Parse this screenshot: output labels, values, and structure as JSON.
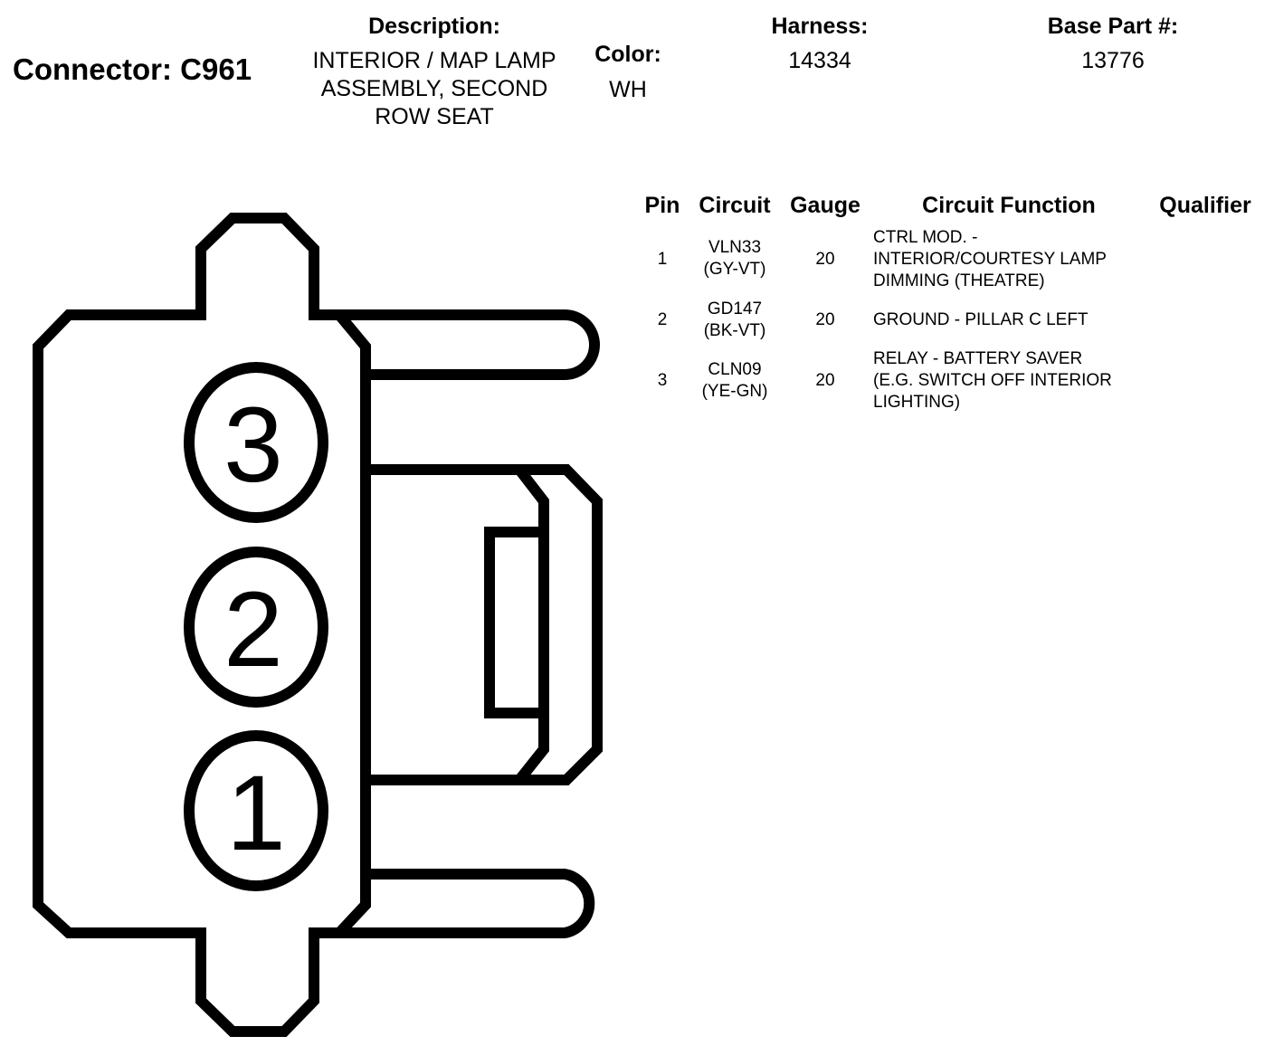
{
  "connector": {
    "title": "Connector: C961",
    "description_label": "Description:",
    "description_lines": [
      "INTERIOR / MAP LAMP",
      "ASSEMBLY, SECOND",
      "ROW SEAT"
    ],
    "color_label": "Color:",
    "color_value": "WH",
    "harness_label": "Harness:",
    "harness_value": "14334",
    "base_part_label": "Base Part #:",
    "base_part_value": "13776"
  },
  "table": {
    "headers": [
      "Pin",
      "Circuit",
      "Gauge",
      "Circuit Function",
      "Qualifier"
    ],
    "rows": [
      {
        "pin": "1",
        "circuit": [
          "VLN33",
          "(GY-VT)"
        ],
        "gauge": "20",
        "function": [
          "CTRL MOD. -",
          "INTERIOR/COURTESY LAMP",
          "DIMMING (THEATRE)"
        ],
        "qualifier": ""
      },
      {
        "pin": "2",
        "circuit": [
          "GD147",
          "(BK-VT)"
        ],
        "gauge": "20",
        "function": [
          "GROUND - PILLAR C LEFT"
        ],
        "qualifier": ""
      },
      {
        "pin": "3",
        "circuit": [
          "CLN09",
          "(YE-GN)"
        ],
        "gauge": "20",
        "function": [
          "RELAY - BATTERY SAVER",
          "(E.G. SWITCH OFF INTERIOR",
          "LIGHTING)"
        ],
        "qualifier": ""
      }
    ]
  },
  "diagram": {
    "pin_labels": [
      "3",
      "2",
      "1"
    ],
    "stroke_color": "#000000"
  }
}
